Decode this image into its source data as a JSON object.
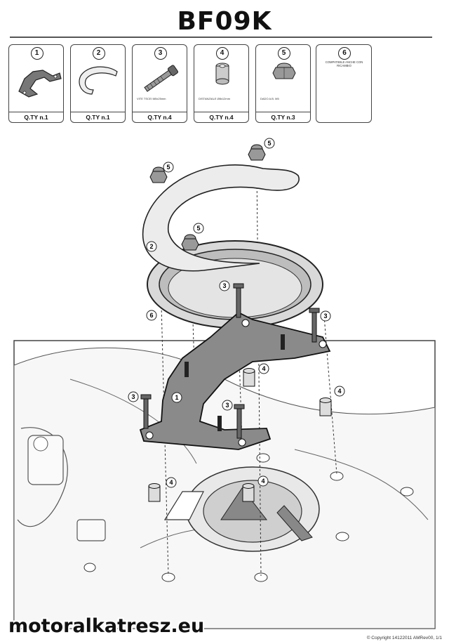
{
  "title": "BF09K",
  "parts": [
    {
      "number": "1",
      "qty": "Q.TY n.1",
      "icon": "tank-flange-bracket-icon",
      "desc": ""
    },
    {
      "number": "2",
      "qty": "Q.TY n.1",
      "icon": "curved-plate-icon",
      "desc": ""
    },
    {
      "number": "3",
      "qty": "Q.TY n.4",
      "icon": "screw-icon",
      "desc": "VITE TSCEI M5x25mm"
    },
    {
      "number": "4",
      "qty": "Q.TY n.4",
      "icon": "spacer-icon",
      "desc": "DISTANZIALE Ø8x12mm"
    },
    {
      "number": "5",
      "qty": "Q.TY n.3",
      "icon": "nut-icon",
      "desc": "DADO A.B. M5"
    },
    {
      "number": "6",
      "qty": "",
      "icon": "notes-icon",
      "desc": "COMPATIBILE ANCHE CON RICAMBIO"
    }
  ],
  "callouts": {
    "n1": "1",
    "n2": "2",
    "n3": "3",
    "n4": "4",
    "n5": "5",
    "n6": "6"
  },
  "copyright": "© Copyright 14122011 AMRev00, 1/1",
  "watermark": "motoralkatresz.eu"
}
